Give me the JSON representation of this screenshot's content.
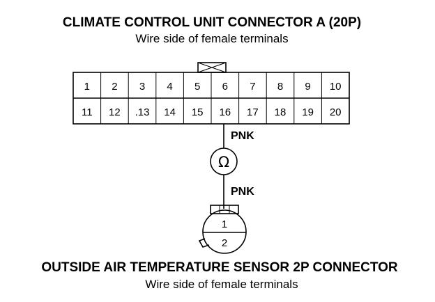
{
  "connector_a": {
    "title": "CLIMATE CONTROL UNIT CONNECTOR A (20P)",
    "subtitle": "Wire side of female terminals",
    "row1": [
      "1",
      "2",
      "3",
      "4",
      "5",
      "6",
      "7",
      "8",
      "9",
      "10"
    ],
    "row2": [
      "11",
      "12",
      ".13",
      "14",
      "15",
      "16",
      "17",
      "18",
      "19",
      "20"
    ]
  },
  "wire": {
    "upper_label": "PNK",
    "lower_label": "PNK",
    "meter_symbol": "Ω"
  },
  "sensor": {
    "title": "OUTSIDE AIR TEMPERATURE SENSOR 2P CONNECTOR",
    "subtitle": "Wire side of female terminals",
    "pins": [
      "1",
      "2"
    ]
  }
}
